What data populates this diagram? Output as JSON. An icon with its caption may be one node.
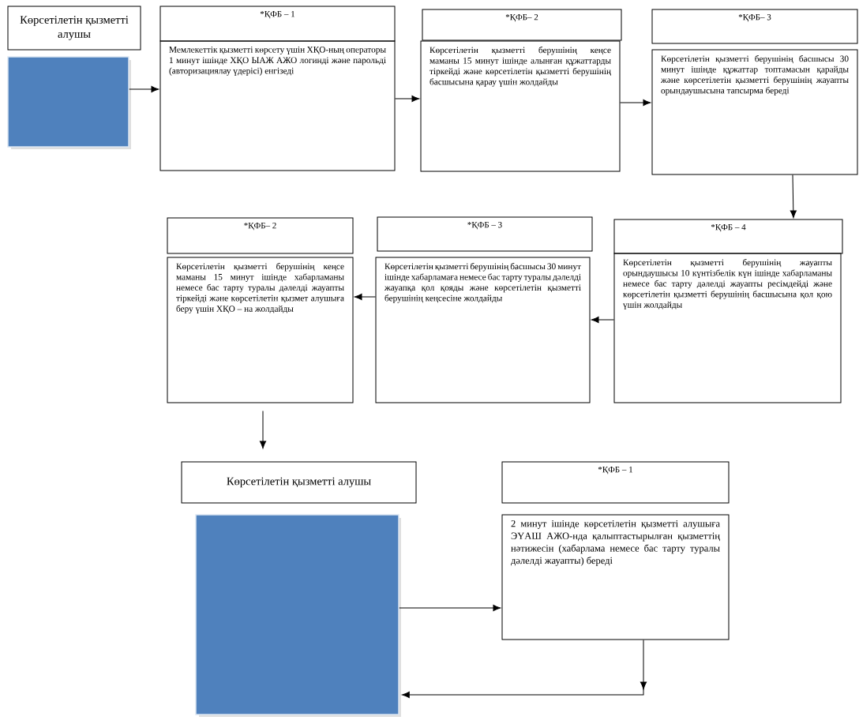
{
  "diagram": {
    "nodes": [
      {
        "text": [
          "Көрсетілетін қызметті алушы"
        ]
      },
      {
        "text": [],
        "shape": "box"
      },
      {
        "text": [
          "*ҚФБ – 1"
        ]
      },
      {
        "text": [
          "Мемлекеттік қызметті көрсету үшін ХҚО-ның операторы 1 минут ішінде ХҚО ЫАЖ АЖО логинді және парольді (авторизациялау үдерісі) енгізеді"
        ]
      },
      {
        "text": [
          "*ҚФБ– 2"
        ]
      },
      {
        "text": [
          "Көрсетілетін қызметті берушінің кеңсе маманы 15 минут ішінде алынған құжаттарды тіркейді және көрсетілетін қызметті берушінің басшысына қарау үшін жолдайды"
        ]
      },
      {
        "text": [
          "*ҚФБ– 3"
        ]
      },
      {
        "text": [
          "Көрсетілетін қызметті берушінің басшысы 30 минут ішінде құжаттар топтамасын қарайды және көрсетілетін қызметті берушінің жауапты орындаушысына тапсырма береді"
        ]
      },
      {
        "text": [
          "*ҚФБ – 4"
        ]
      },
      {
        "text": [
          "Көрсетілетін қызметті берушінің жауапты орындаушысы 10 күнтізбелік күн ішінде хабарламаны немесе бас тарту дәлелді жауапты ресімдейді және көрсетілетін қызметті берушінің басшысына қол қою үшін жолдайды"
        ]
      },
      {
        "text": [
          "*ҚФБ – 3"
        ]
      },
      {
        "text": [
          "Көрсетілетін қызметті берушінің басшысы 30 минут ішінде хабарламаға немесе бас тарту туралы дәлелді жауапқа қол қояды және көрсетілетін қызметті берушінің кеңсесіне жолдайды"
        ]
      },
      {
        "text": [
          "*ҚФБ– 2"
        ]
      },
      {
        "text": [
          "Көрсетілетін қызметті берушінің кеңсе маманы 15 минут ішінде хабарламаны немесе бас тарту туралы дәлелді жауапты тіркейді және көрсетілетін қызмет алушыға беру үшін ХҚО – на жолдайды"
        ]
      },
      {
        "text": [
          "Көрсетілетін қызметті алушы"
        ]
      },
      {
        "text": [],
        "shape": "box"
      },
      {
        "text": [
          "*ҚФБ – 1"
        ]
      },
      {
        "text": [
          "2 минут ішінде көрсетілетін қызметті алушыға ЭҮАШ АЖО-нда қалыптастырылған қызметтің нәтижесін (хабарлама немесе бас тарту туралы дәлелді жауапты) береді"
        ]
      }
    ],
    "edges": [
      {
        "from": 1,
        "to": 3,
        "arrow": "to"
      },
      {
        "from": 3,
        "to": 5,
        "arrow": "to"
      },
      {
        "from": 5,
        "to": 7,
        "arrow": "to"
      },
      {
        "from": 7,
        "to": 8,
        "arrow": "to"
      },
      {
        "from": 9,
        "to": 11,
        "arrow": "to"
      },
      {
        "from": 11,
        "to": 13,
        "arrow": "to"
      },
      {
        "from": 13,
        "to": 14,
        "arrow": "to"
      },
      {
        "from": 15,
        "to": 17,
        "arrow": "to"
      },
      {
        "from": 17,
        "to": 15,
        "arrow": "to"
      }
    ]
  }
}
